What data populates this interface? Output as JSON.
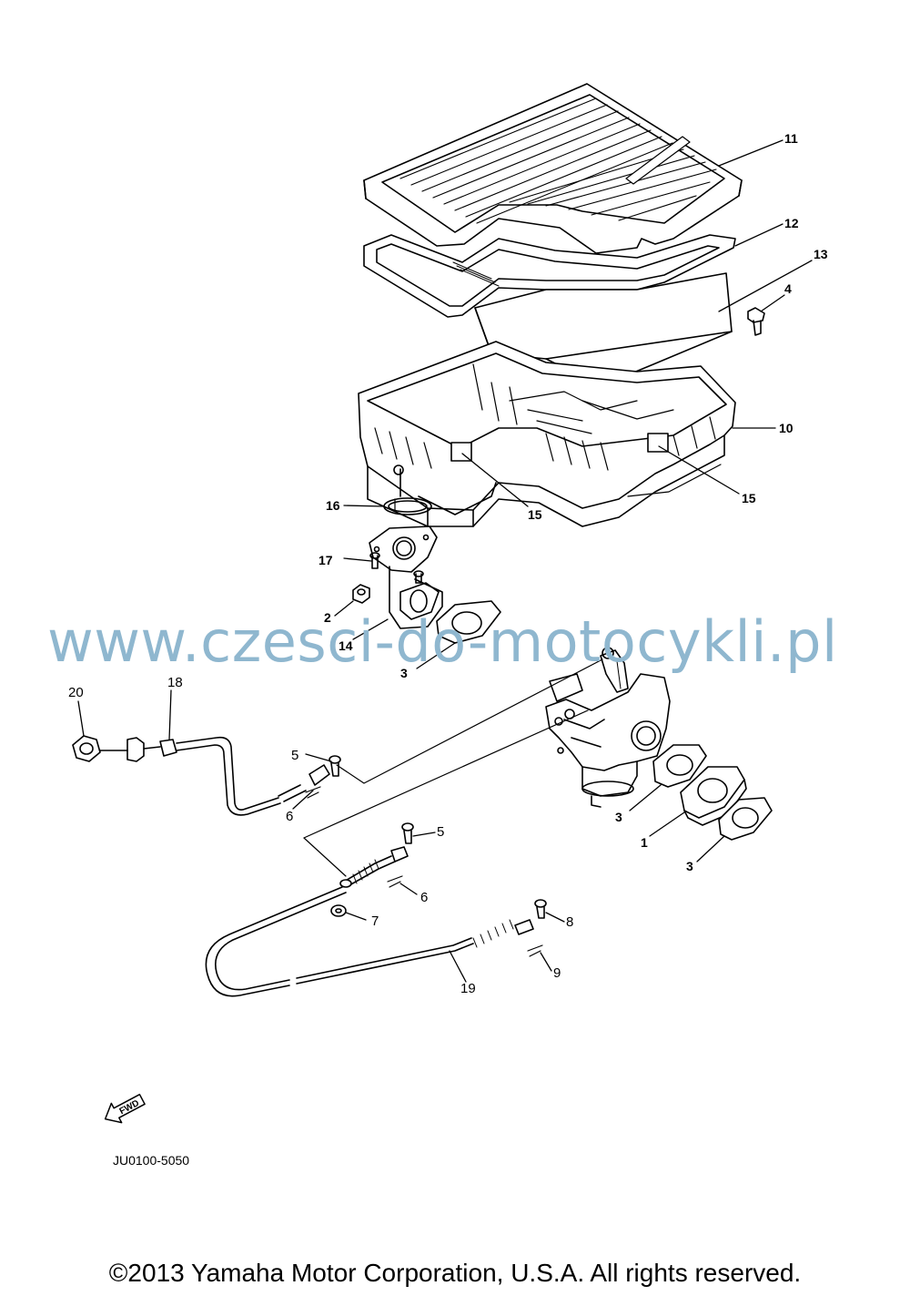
{
  "callouts": {
    "n11": "11",
    "n12": "12",
    "n13": "13",
    "n4": "4",
    "n10": "10",
    "n15a": "15",
    "n15b": "15",
    "n16": "16",
    "n17": "17",
    "n2": "2",
    "n14": "14",
    "n3a": "3",
    "n20": "20",
    "n18": "18",
    "n5a": "5",
    "n6a": "6",
    "n3b": "3",
    "n1": "1",
    "n3c": "3",
    "n5b": "5",
    "n6b": "6",
    "n7": "7",
    "n8": "8",
    "n9": "9",
    "n19": "19"
  },
  "watermark": "www.czesci-do-motocykli.pl",
  "fwd_arrow_label": "FWD",
  "reference_code": "JU0100-5050",
  "copyright": "©2013 Yamaha Motor Corporation, U.S.A. All rights reserved."
}
